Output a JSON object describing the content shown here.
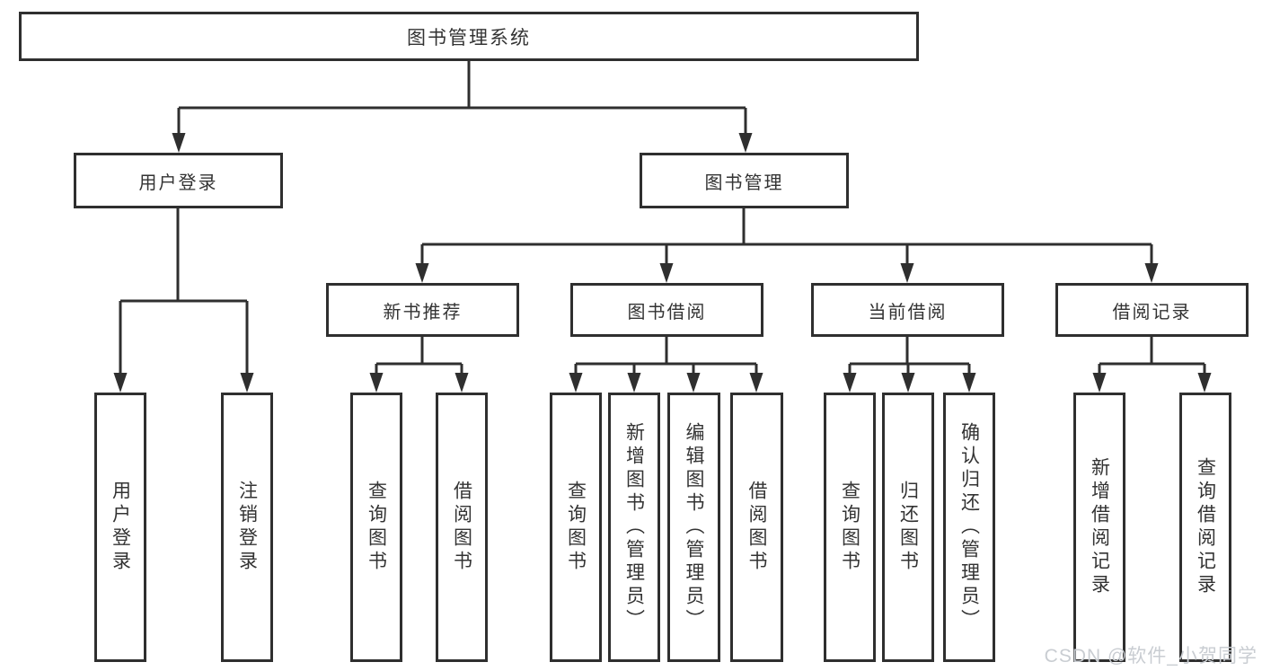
{
  "colors": {
    "line": "#2f2f2f",
    "text": "#333333",
    "watermark": "#c9cdd2",
    "background": "#ffffff"
  },
  "watermark": "CSDN @软件_小贺同学",
  "tree": {
    "root": {
      "label": "图书管理系统"
    },
    "branches": [
      {
        "label": "用户登录",
        "children": [
          {
            "label": "用户登录"
          },
          {
            "label": "注销登录"
          }
        ]
      },
      {
        "label": "图书管理",
        "children": [
          {
            "label": "新书推荐",
            "children": [
              {
                "label": "查询图书"
              },
              {
                "label": "借阅图书"
              }
            ]
          },
          {
            "label": "图书借阅",
            "children": [
              {
                "label": "查询图书"
              },
              {
                "label": "新增图书（管理员）"
              },
              {
                "label": "编辑图书（管理员）"
              },
              {
                "label": "借阅图书"
              }
            ]
          },
          {
            "label": "当前借阅",
            "children": [
              {
                "label": "查询图书"
              },
              {
                "label": "归还图书"
              },
              {
                "label": "确认归还（管理员）"
              }
            ]
          },
          {
            "label": "借阅记录",
            "children": [
              {
                "label": "新增借阅记录"
              },
              {
                "label": "查询借阅记录"
              }
            ]
          }
        ]
      }
    ]
  }
}
